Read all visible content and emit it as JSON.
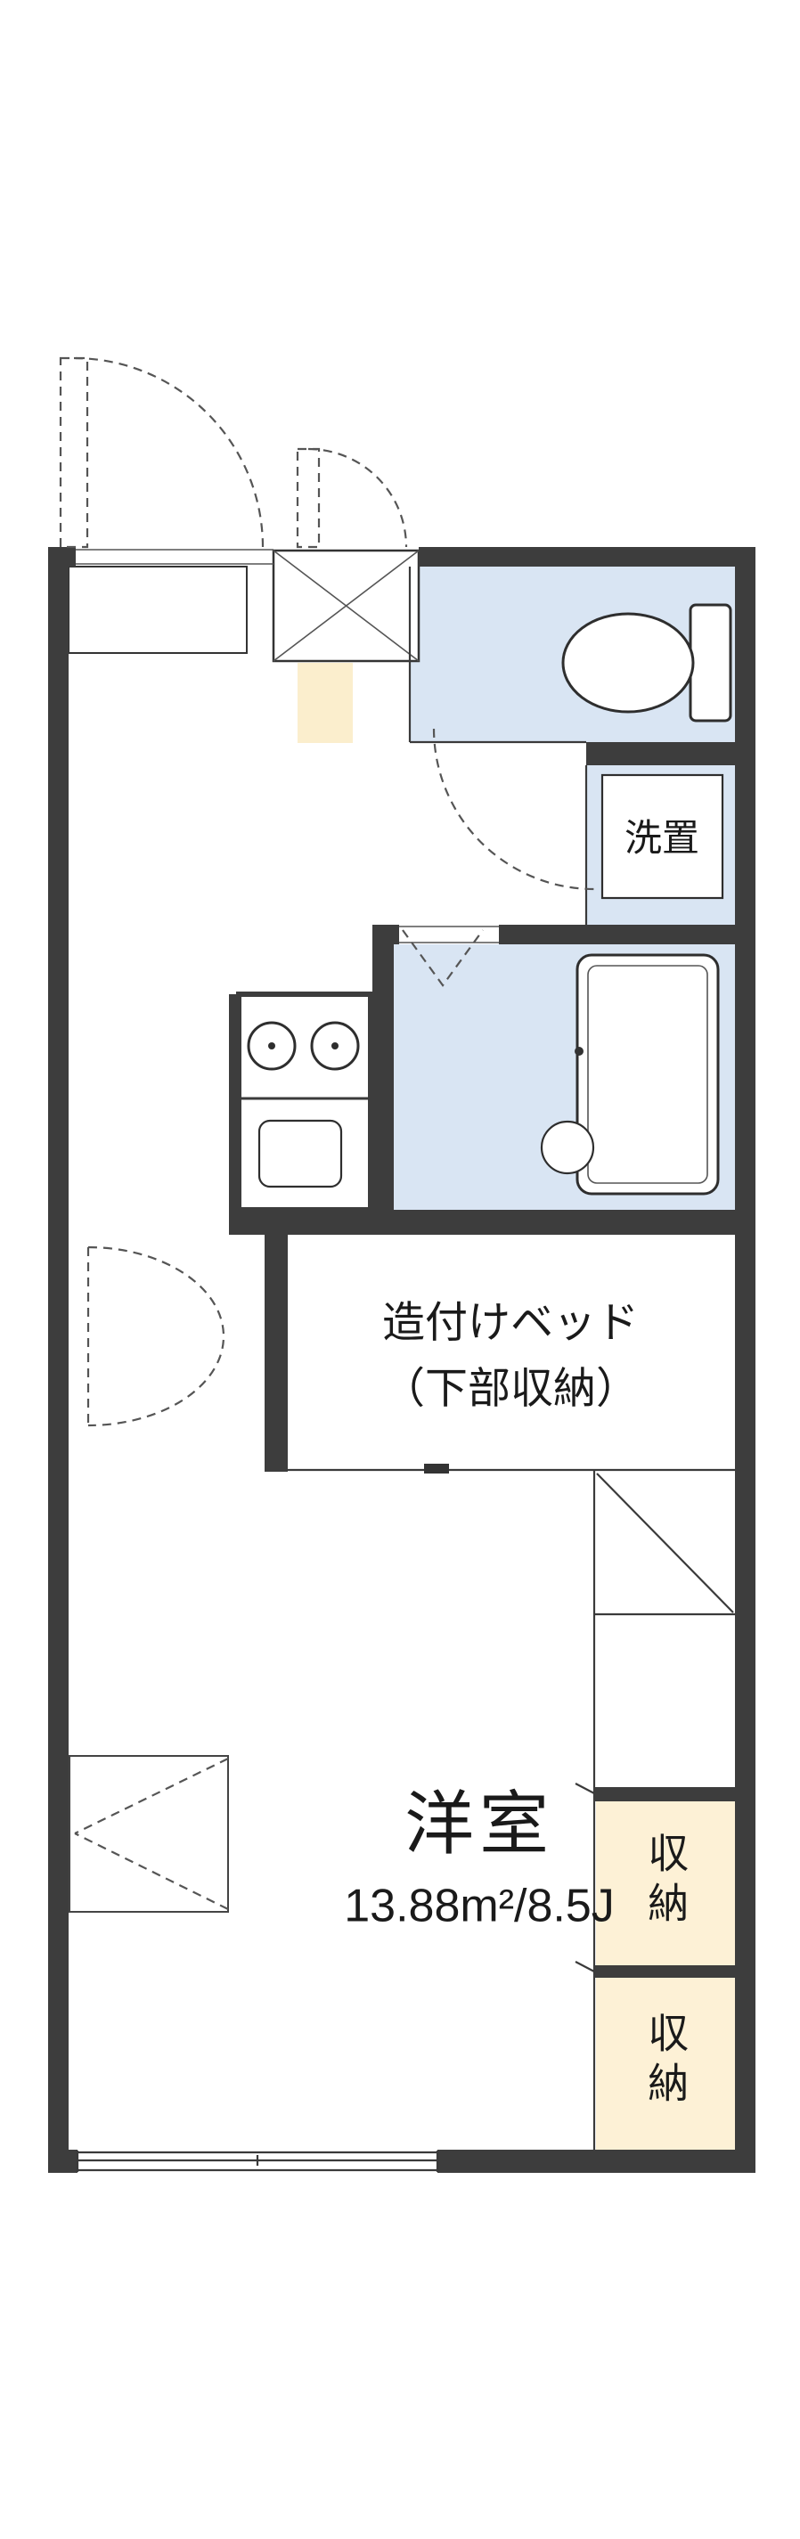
{
  "floorplan": {
    "labels": {
      "washer": "洗置",
      "bed_line1": "造付けベッド",
      "bed_line2": "（下部収納）",
      "room_name": "洋室",
      "room_area": "13.88m²/8.5J",
      "storage_top": "収納",
      "storage_bottom": "収納"
    },
    "colors": {
      "wall": "#3d3d3d",
      "wet_area_fill": "#d9e5f3",
      "storage_fill": "#fdf1d6",
      "genkan_fill": "#fbeecd",
      "outline": "#333333"
    }
  }
}
